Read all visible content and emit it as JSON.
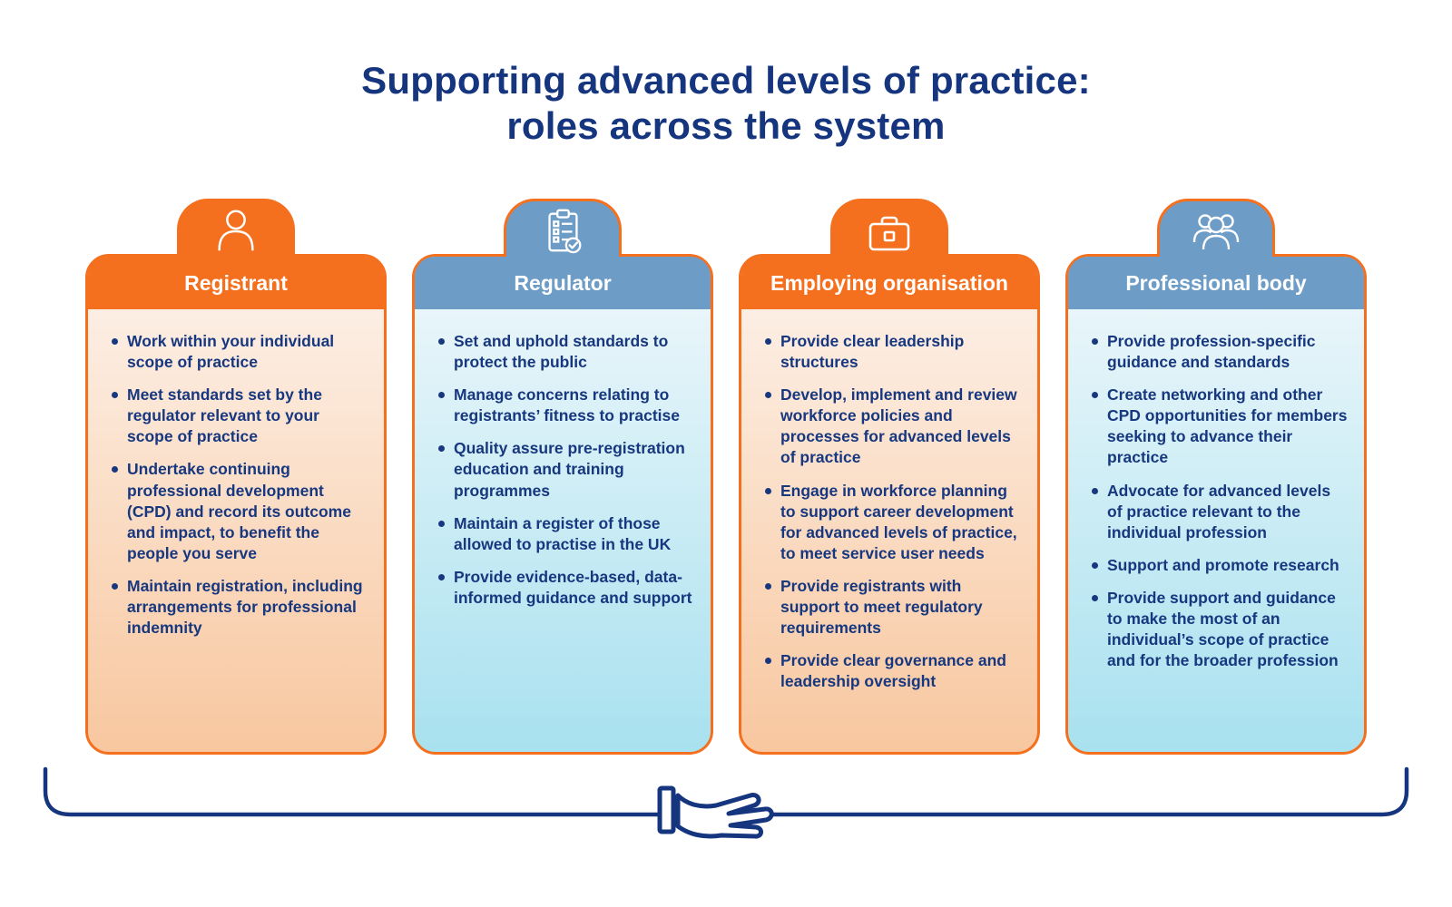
{
  "title": {
    "line1": "Supporting advanced levels of practice:",
    "line2": "roles across the system"
  },
  "colors": {
    "navy": "#16357f",
    "orange": "#f4701f",
    "steel_blue": "#6d9cc6",
    "orange_body_top": "#fdf3ec",
    "orange_body_bottom": "#f8c79f",
    "blue_body_top": "#f0f8fb",
    "blue_body_bottom": "#a8e1ef"
  },
  "cards": [
    {
      "title": "Registrant",
      "icon": "person-icon",
      "theme": "orange",
      "bullets": [
        "Work within your individual scope of practice",
        "Meet standards set by the regulator relevant to your scope of practice",
        "Undertake continuing professional development (CPD) and record its outcome and impact, to benefit the people you serve",
        "Maintain registration, including arrangements for professional indemnity"
      ]
    },
    {
      "title": "Regulator",
      "icon": "clipboard-checklist-icon",
      "theme": "blue",
      "bullets": [
        "Set and uphold standards to protect the public",
        "Manage concerns relating to registrants’ fitness to practise",
        "Quality assure pre-registration education and training programmes",
        "Maintain a register of those allowed to practise in the UK",
        "Provide evidence-based, data-informed guidance and support"
      ]
    },
    {
      "title": "Employing organisation",
      "icon": "briefcase-icon",
      "theme": "orange",
      "bullets": [
        "Provide clear leadership structures",
        "Develop, implement and review workforce policies and processes for advanced levels of practice",
        "Engage in workforce planning to support career development for advanced levels of practice, to meet service user needs",
        "Provide registrants with support to meet regulatory requirements",
        "Provide clear governance and leadership oversight"
      ]
    },
    {
      "title": "Professional body",
      "icon": "people-group-icon",
      "theme": "blue",
      "bullets": [
        "Provide profession-specific guidance and standards",
        "Create networking and other CPD opportunities for members seeking to advance their practice",
        "Advocate for advanced levels of practice relevant to the individual profession",
        "Support and promote research",
        "Provide support and guidance to make the most of an individual’s scope of practice and for the broader profession"
      ]
    }
  ],
  "footer": {
    "icon": "supporting-hand-icon"
  }
}
